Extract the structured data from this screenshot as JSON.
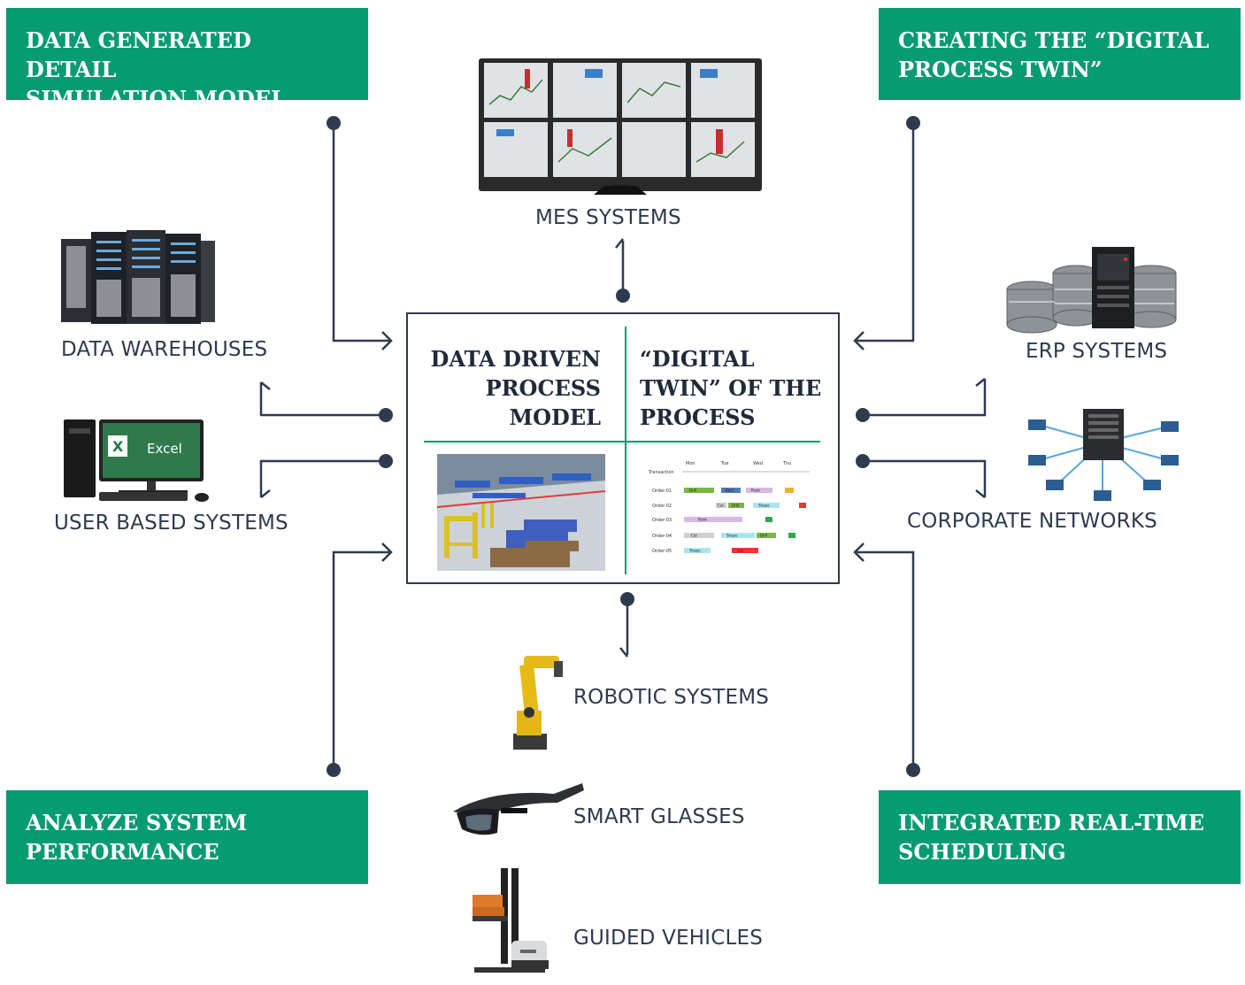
{
  "corner_boxes": {
    "top_left": [
      "DATA GENERATED DETAIL",
      "SIMULATION MODEL"
    ],
    "top_right": [
      "CREATING THE “DIGITAL",
      "PROCESS TWIN”"
    ],
    "bottom_left": [
      "ANALYZE SYSTEM",
      "PERFORMANCE"
    ],
    "bottom_right": [
      "INTEGRATED REAL-TIME",
      "SCHEDULING"
    ]
  },
  "center": {
    "left_heading": [
      "DATA DRIVEN",
      "PROCESS",
      "MODEL"
    ],
    "right_heading": [
      "“DIGITAL",
      "TWIN” OF THE",
      "PROCESS"
    ],
    "gantt": {
      "days": [
        "Mon",
        "Tue",
        "Wed",
        "Thu"
      ],
      "row_header": "Transaction",
      "rows": [
        {
          "label": "Order-01",
          "tasks": [
            "Drill",
            "Weld",
            "Paint"
          ]
        },
        {
          "label": "Order-02",
          "tasks": [
            "Cut",
            "Drill",
            "Shape"
          ]
        },
        {
          "label": "Order-03",
          "tasks": [
            "Paint"
          ]
        },
        {
          "label": "Order-04",
          "tasks": [
            "Cut",
            "Shape",
            "Drill"
          ]
        },
        {
          "label": "Order-05",
          "tasks": [
            "Shape",
            "Cut"
          ]
        }
      ]
    }
  },
  "systems": {
    "mes": "MES SYSTEMS",
    "data_warehouses": "DATA WAREHOUSES",
    "user_based": "USER BASED SYSTEMS",
    "erp": "ERP SYSTEMS",
    "corporate_networks": "CORPORATE NETWORKS",
    "robotic": "ROBOTIC SYSTEMS",
    "smart_glasses": "SMART GLASSES",
    "guided_vehicles": "GUIDED VEHICLES",
    "excel_text": "Excel"
  },
  "colors": {
    "green": "#079b72",
    "navy": "#2e3b4e",
    "text": "#1f2a3a"
  }
}
